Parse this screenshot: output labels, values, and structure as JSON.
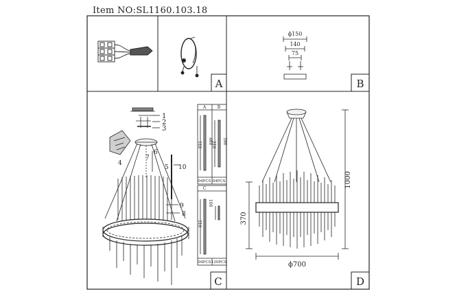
{
  "header": {
    "item_no": "Item NO:SL1160.103.18"
  },
  "panels": {
    "a": {
      "letter": "A"
    },
    "b": {
      "letter": "B",
      "dims": [
        "ϕ150",
        "140",
        "75"
      ]
    },
    "c": {
      "letter": "C",
      "callouts": [
        "1",
        "2",
        "3",
        "4",
        "5",
        "6",
        "7",
        "8",
        "9",
        "10"
      ],
      "part_a": {
        "letter": "A",
        "length": "460",
        "width": "310",
        "qty": "04PCS"
      },
      "part_b": {
        "letter": "B",
        "length": "390",
        "width": "310",
        "qty": "04PCS"
      },
      "part_c": {
        "letter": "C",
        "length": "100",
        "width": "310",
        "qty1": "04PCS",
        "qty2": "120PCS"
      }
    },
    "d": {
      "letter": "D",
      "height_total": "1000",
      "height_body": "370",
      "diameter": "ϕ700"
    }
  }
}
